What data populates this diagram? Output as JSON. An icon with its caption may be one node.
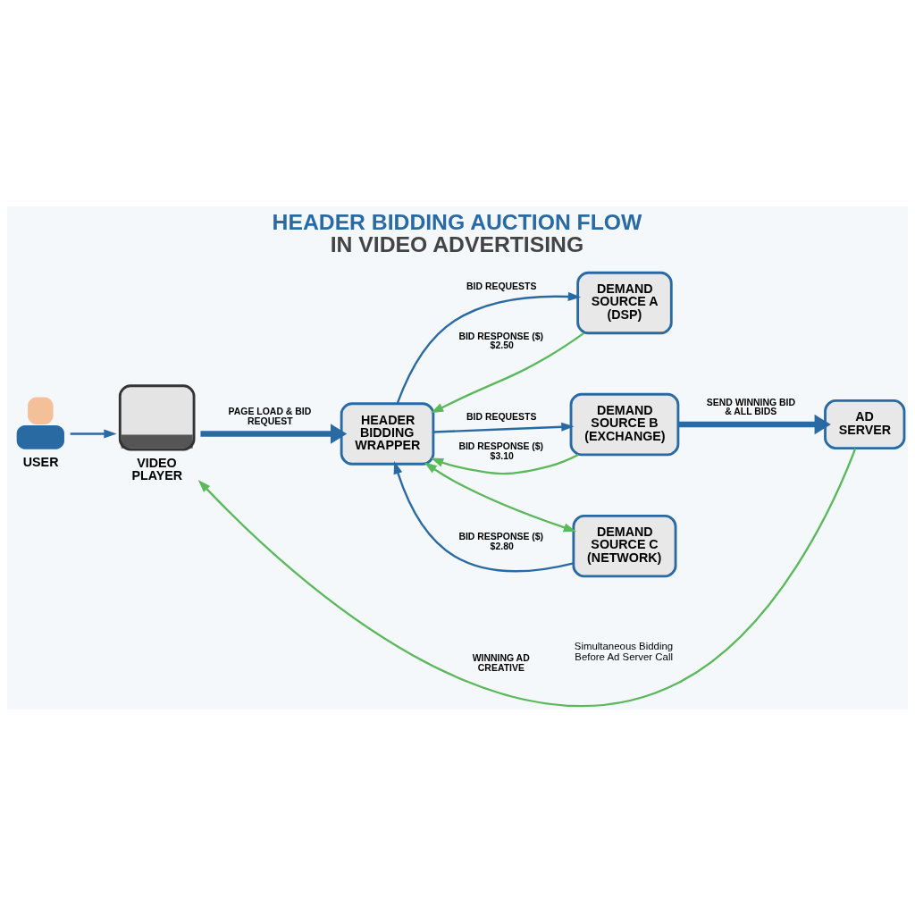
{
  "diagram": {
    "title": "HEADER BIDDING AUCTION FLOW IN VIDEO ADVERTISING",
    "nodes": [
      {
        "text": [],
        "shape": "person",
        "beside": [
          "USER"
        ]
      },
      {
        "text": [],
        "shape": "picture",
        "beside": [
          "VIDEO PLAYER"
        ]
      },
      {
        "text": [
          "HEADER BIDDING WRAPPER"
        ]
      },
      {
        "text": [
          "DEMAND SOURCE A (DSP)"
        ]
      },
      {
        "text": [
          "DEMAND SOURCE B (EXCHANGE)"
        ]
      },
      {
        "text": [
          "DEMAND SOURCE C (NETWORK)"
        ]
      },
      {
        "text": [
          "AD SERVER"
        ]
      }
    ],
    "edges": [
      {
        "from": 0,
        "to": 1,
        "arrow": "to"
      },
      {
        "from": 1,
        "to": 2,
        "arrow": "to",
        "label": "PAGE LOAD & BID REQUEST",
        "style": "thick"
      },
      {
        "from": 2,
        "to": 3,
        "arrow": "to",
        "label": "BID REQUESTS"
      },
      {
        "from": 3,
        "to": 2,
        "arrow": "to",
        "label": "BID RESPONSE ($) $2.50",
        "color": "#5cb85c"
      },
      {
        "from": 2,
        "to": 4,
        "arrow": "to",
        "label": "BID REQUESTS"
      },
      {
        "from": 4,
        "to": 2,
        "arrow": "to",
        "label": "BID RESPONSE ($) $3.10",
        "color": "#5cb85c"
      },
      {
        "from": 2,
        "to": 5,
        "arrow": "both",
        "color": "#5cb85c"
      },
      {
        "from": 5,
        "to": 2,
        "arrow": "to",
        "label": "BID RESPONSE ($) $2.80"
      },
      {
        "from": 4,
        "to": 6,
        "arrow": "to",
        "label": "SEND WINNING BID & ALL BIDS",
        "style": "thick"
      },
      {
        "from": 6,
        "to": 1,
        "arrow": "to",
        "label": "WINNING AD CREATIVE",
        "color": "#5cb85c"
      }
    ],
    "labels": [
      "Simultaneous Bidding Before Ad Server Call"
    ]
  }
}
